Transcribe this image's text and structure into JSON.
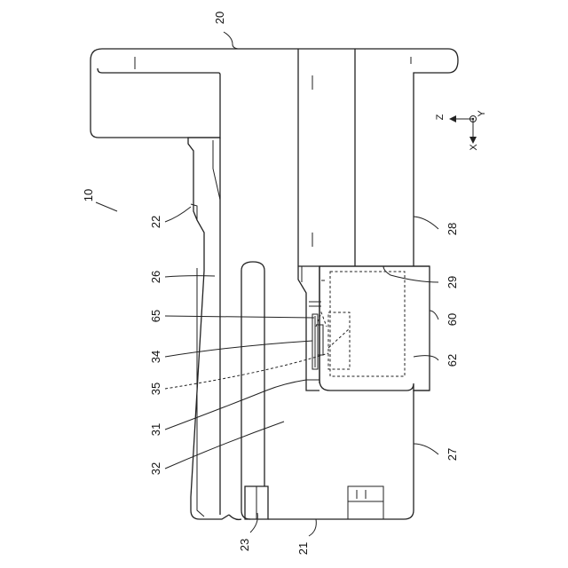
{
  "figure": {
    "labels": {
      "assembly": "10",
      "housing": "20",
      "part_21": "21",
      "part_22": "22",
      "part_23": "23",
      "part_26": "26",
      "part_27": "27",
      "part_28": "28",
      "part_29": "29",
      "part_31": "31",
      "part_32": "32",
      "part_34": "34",
      "part_35": "35",
      "part_60": "60",
      "part_62": "62",
      "part_65": "65"
    },
    "axes": {
      "z": "Z",
      "y": "Y",
      "x": "X"
    }
  }
}
